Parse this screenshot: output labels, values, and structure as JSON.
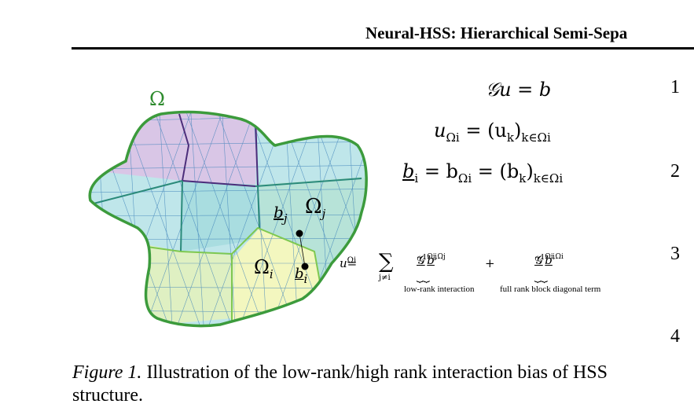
{
  "header": {
    "title": "Neural-HSS: Hierarchical Semi-Sepa"
  },
  "figure": {
    "omega": "Ω",
    "labels": {
      "b_j": "b",
      "j_sub": "j",
      "omega_j": "Ω",
      "omega_j_sub": "j",
      "omega_i": "Ω",
      "omega_i_sub": "i",
      "b_i": "b",
      "i_sub": "i"
    },
    "equations": {
      "eq1": "𝒢u = b",
      "eq2_left": "u",
      "eq2_sub": "Ωi",
      "eq2_right": " = (u",
      "eq2_sub2": "k",
      "eq2_close": ")",
      "eq2_sub3": "k∈Ωi",
      "eq3": "b",
      "eq3_sub": "i",
      "eq3_mid": " = b",
      "eq3_sub2": "Ωi",
      "eq3_right": " = (b",
      "eq3_sub3": "k",
      "eq3_close": ")",
      "eq3_sub4": "k∈Ωi"
    },
    "sum_equation": {
      "lhs": "u",
      "lhs_sub": "Ωi",
      "eq": " = ",
      "sum": "∑",
      "sum_sub": "j≠i",
      "term1": "𝒢",
      "term1_sup": "−1",
      "term1_sub": "Ωi,Ωj",
      "term1_b": "b",
      "term1_bsub": "j",
      "plus": "+",
      "term2": "𝒢",
      "term2_sup": "−1",
      "term2_sub": "Ωi,Ωi",
      "term2_b": "b",
      "term2_bsub": "i",
      "label1": "low-rank interaction",
      "label2": "full rank block diagonal term"
    }
  },
  "line_numbers": [
    "1",
    "2",
    "3",
    "4"
  ],
  "caption": {
    "label": "Figure 1.",
    "text": " Illustration of the low-rank/high rank interaction bias of HSS structure."
  }
}
